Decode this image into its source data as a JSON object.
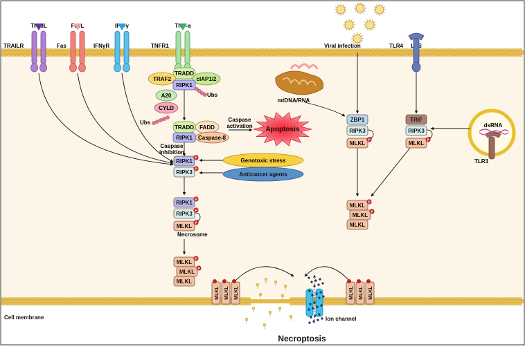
{
  "receptors": {
    "trail": {
      "ligand": "TRAIL",
      "receptor": "TRAILR",
      "color": "#b07fd0",
      "ligand_color": "#6b2fa0"
    },
    "fas": {
      "ligand": "FasL",
      "receptor": "Fas",
      "color": "#f08078",
      "ligand_color": "#f0a0a0"
    },
    "ifn": {
      "ligand": "IFN-γ",
      "receptor": "IFNγR",
      "color": "#5cc0ea",
      "ligand_color": "#2aa0e0"
    },
    "tnf": {
      "ligand": "TNF-α",
      "receptor": "TNFR1",
      "color": "#a8e0a8",
      "ligand_color": "#38b060"
    },
    "tlr4": {
      "ligand": "LPS",
      "receptor": "TLR4",
      "color": "#6878b8"
    },
    "tlr3": {
      "receptor": "TLR3",
      "ligand": "dsRNA",
      "color": "#9a6a58"
    }
  },
  "complex1": {
    "tradd": "TRADD",
    "traf2": "TRAF2",
    "ciap": "cIAP1/2",
    "ripk1": "RIPK1",
    "ubs": "Ubs",
    "a20": "A20",
    "cyld": "CYLD"
  },
  "complex2": {
    "ubs": "Ubs",
    "tradd": "TRADD",
    "fadd": "FADD",
    "ripk1": "RIPK1",
    "casp8": "Caspase-8",
    "activation": "Caspase\nactivation",
    "apoptosis": "Apoptosis",
    "inhibition": "Caspase\ninhibition"
  },
  "stress": {
    "genotoxic": "Genotoxic stress",
    "anticancer": "Anticancer agents"
  },
  "proteins": {
    "ripk1": "RIPK1",
    "ripk3": "RIPK3",
    "mlkl": "MLKL",
    "zbp1": "ZBP1",
    "trif": "TRIF",
    "phos": "P"
  },
  "labels": {
    "necrosome": "Necrosome",
    "viral": "Viral infection",
    "mtdna": "mtDNA/RNA",
    "cell_membrane": "Cell membrane",
    "ion_channel": "Ion channel",
    "necroptosis": "Necroptosis"
  },
  "colors": {
    "membrane": "#e8b94a",
    "membrane_head": "#f0cc60",
    "cytoplasm": "#fdf6e8",
    "ripk1": "#b8b8f0",
    "ripk3": "#d8eef0",
    "mlkl": "#f5c0a0",
    "zbp1": "#b8d8f0",
    "trif": "#a88078",
    "phos": "#c02020",
    "apoptosis": "#f05060",
    "genotoxic": "#f8d040",
    "anticancer": "#5a90c8",
    "ion_channel": "#40c0e8"
  }
}
